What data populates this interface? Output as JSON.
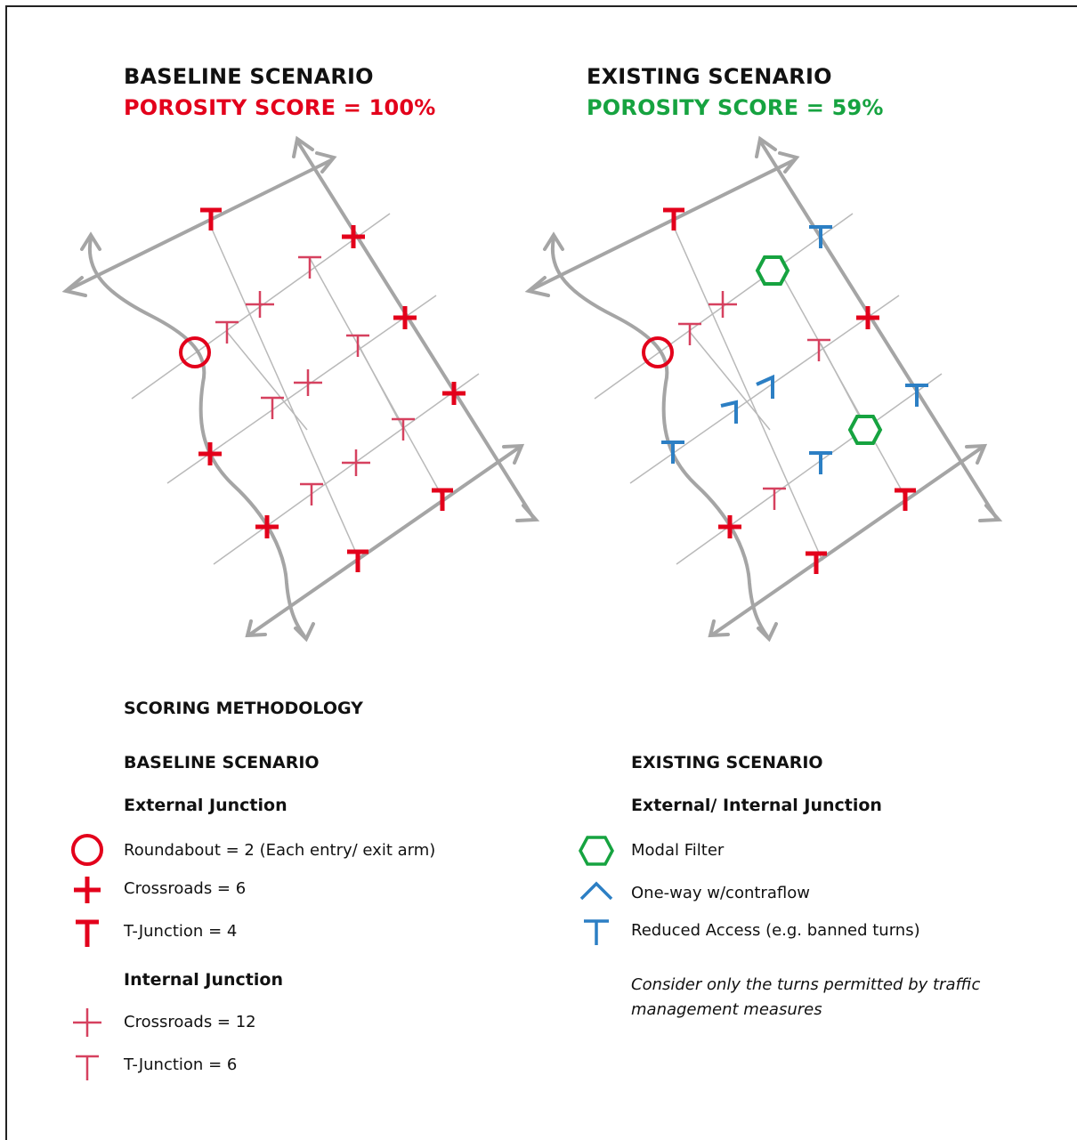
{
  "colors": {
    "red_strong": "#e3001b",
    "red_light": "#d6415f",
    "green": "#16a340",
    "blue": "#2c7fc4",
    "road": "#a9a9a9",
    "road_dark": "#a5a5a5"
  },
  "baseline": {
    "title": "BASELINE SCENARIO",
    "score": "POROSITY SCORE = 100%"
  },
  "existing": {
    "title": "EXISTING SCENARIO",
    "score": "POROSITY SCORE = 59%"
  },
  "methodology": {
    "title": "SCORING METHODOLOGY",
    "baseline_heading": "BASELINE SCENARIO",
    "external_heading": "External Junction",
    "roundabout": "Roundabout = 2 (Each entry/ exit arm)",
    "crossroads_ext": "Crossroads = 6",
    "tjunction_ext": "T-Junction = 4",
    "internal_heading": "Internal Junction",
    "crossroads_int": "Crossroads = 12",
    "tjunction_int": "T-Junction = 6",
    "existing_heading": "EXISTING SCENARIO",
    "ext_int_heading": "External/ Internal Junction",
    "modal_filter": "Modal Filter",
    "oneway": "One-way w/contraflow",
    "reduced": "Reduced Access (e.g. banned turns)",
    "note": "Consider only the turns permitted by traffic management measures"
  },
  "icons": {
    "roundabout": "roundabout-circle-icon",
    "crossroads_external": "crossroads-bold-icon",
    "tjunction_external": "t-junction-bold-icon",
    "crossroads_internal": "crossroads-thin-icon",
    "tjunction_internal": "t-junction-thin-icon",
    "modal_filter": "hexagon-icon",
    "oneway": "chevron-up-icon",
    "reduced_access": "t-junction-blue-icon"
  }
}
